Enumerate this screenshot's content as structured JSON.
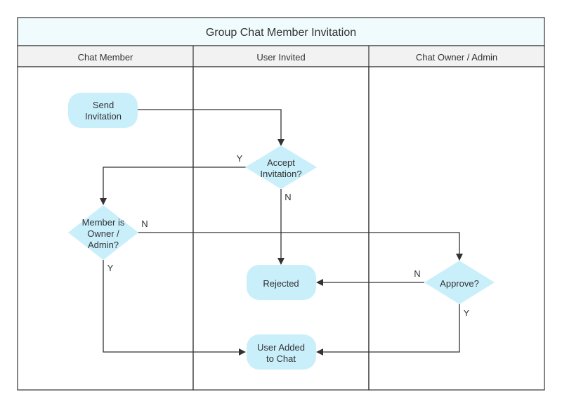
{
  "diagram": {
    "title": "Group Chat Member Invitation",
    "lanes": [
      {
        "label": "Chat Member"
      },
      {
        "label": "User Invited"
      },
      {
        "label": "Chat Owner / Admin"
      }
    ],
    "nodes": {
      "send_invitation": {
        "shape": "rounded-rect",
        "lines": [
          "Send",
          "Invitation"
        ]
      },
      "accept_invitation": {
        "shape": "diamond",
        "lines": [
          "Accept",
          "Invitation?"
        ]
      },
      "member_is_owner": {
        "shape": "diamond",
        "lines": [
          "Member is",
          "Owner /",
          "Admin?"
        ]
      },
      "rejected": {
        "shape": "rounded-rect",
        "lines": [
          "Rejected"
        ]
      },
      "approve": {
        "shape": "diamond",
        "lines": [
          "Approve?"
        ]
      },
      "user_added": {
        "shape": "rounded-rect",
        "lines": [
          "User Added",
          "to Chat"
        ]
      }
    },
    "edges": {
      "send_to_accept": {
        "from": "send_invitation",
        "to": "accept_invitation",
        "label": ""
      },
      "accept_yes": {
        "from": "accept_invitation",
        "to": "member_is_owner",
        "label": "Y"
      },
      "accept_no": {
        "from": "accept_invitation",
        "to": "rejected",
        "label": "N"
      },
      "owner_no": {
        "from": "member_is_owner",
        "to": "approve",
        "label": "N"
      },
      "owner_yes": {
        "from": "member_is_owner",
        "to": "user_added",
        "label": "Y"
      },
      "approve_no": {
        "from": "approve",
        "to": "rejected",
        "label": "N"
      },
      "approve_yes": {
        "from": "approve",
        "to": "user_added",
        "label": "Y"
      }
    },
    "colors": {
      "node_fill": "#c9effb",
      "header_fill": "#f0fbfe",
      "lane_header_fill": "#f2f2f2",
      "border": "#333333"
    }
  }
}
